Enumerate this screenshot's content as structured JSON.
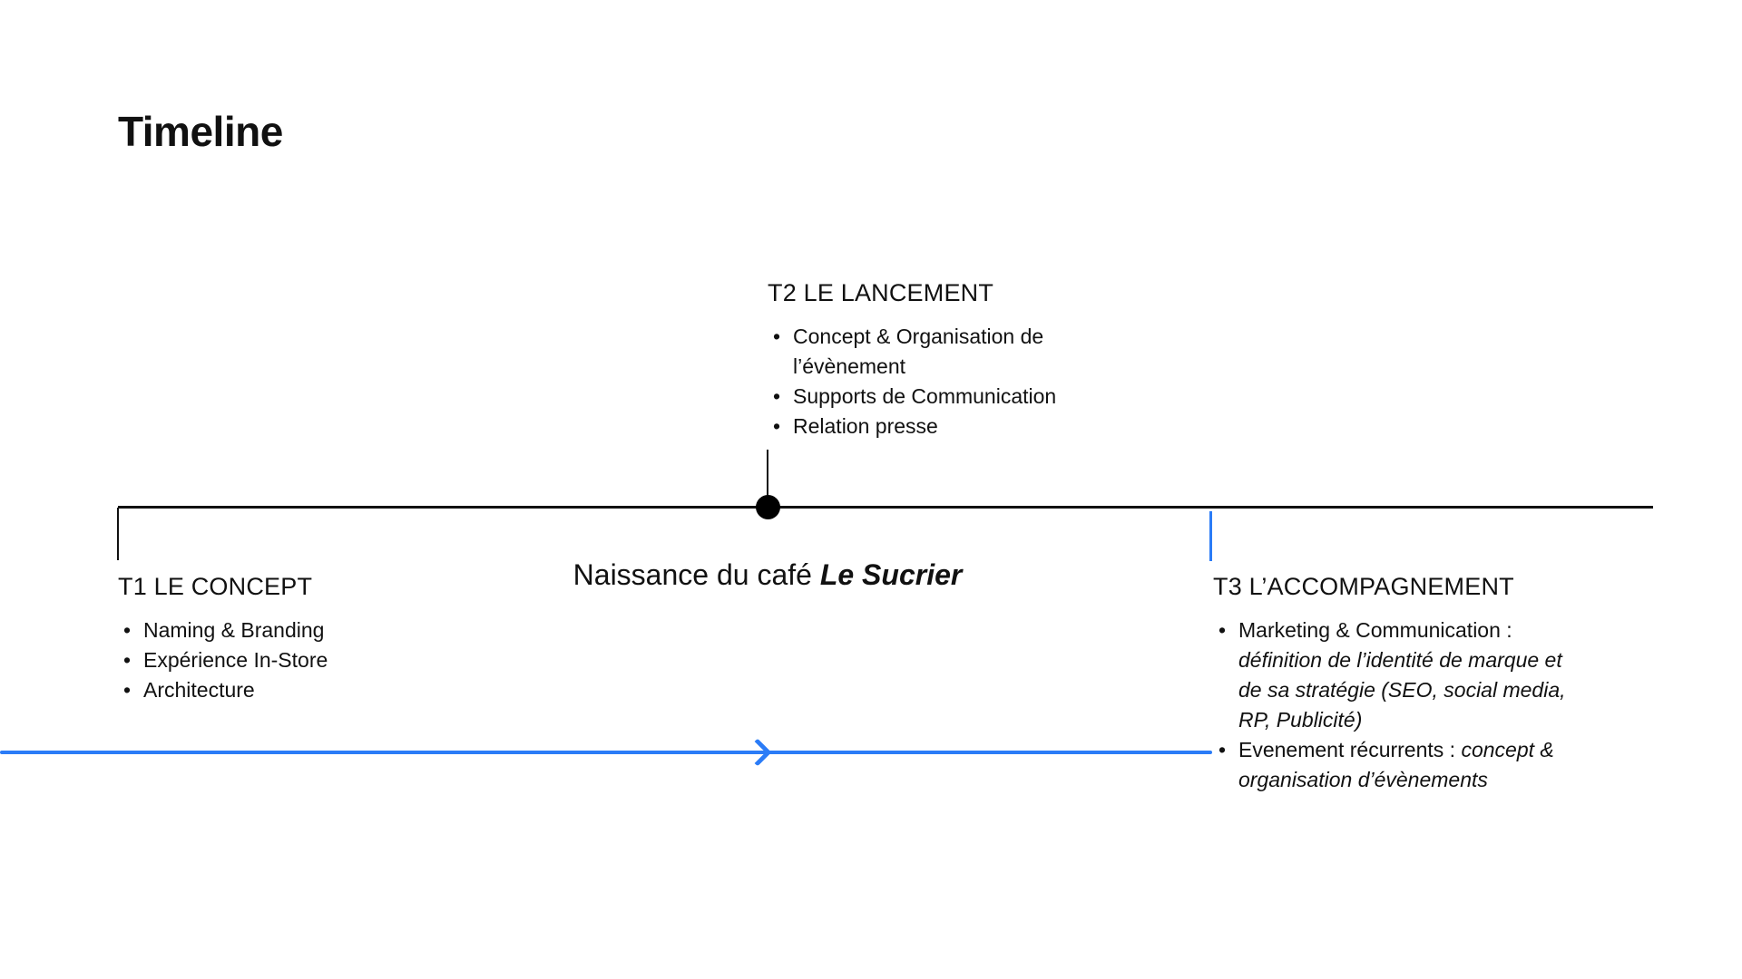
{
  "slide": {
    "title": "Timeline"
  },
  "colors": {
    "accent_blue": "#2B7CF7",
    "ink": "#111111"
  },
  "timeline": {
    "center_event": {
      "label_regular": "Naissance du café ",
      "label_emphasis": "Le Sucrier"
    },
    "sections": {
      "t1": {
        "heading": "T1 LE CONCEPT",
        "bullets": [
          "Naming & Branding",
          "Expérience In-Store",
          "Architecture"
        ]
      },
      "t2": {
        "heading": "T2 LE LANCEMENT",
        "bullets": [
          "Concept & Organisation de l’évènement",
          "Supports de Communication",
          "Relation presse"
        ]
      },
      "t3": {
        "heading": "T3 L’ACCOMPAGNEMENT",
        "bullets": [
          {
            "lead": "Marketing & Communication : ",
            "italic": "définition de l’identité de marque et de sa stratégie (SEO, social media, RP, Publicité)"
          },
          {
            "lead": "Evenement récurrents : ",
            "italic": "concept & organisation d’évènements"
          }
        ]
      }
    }
  }
}
